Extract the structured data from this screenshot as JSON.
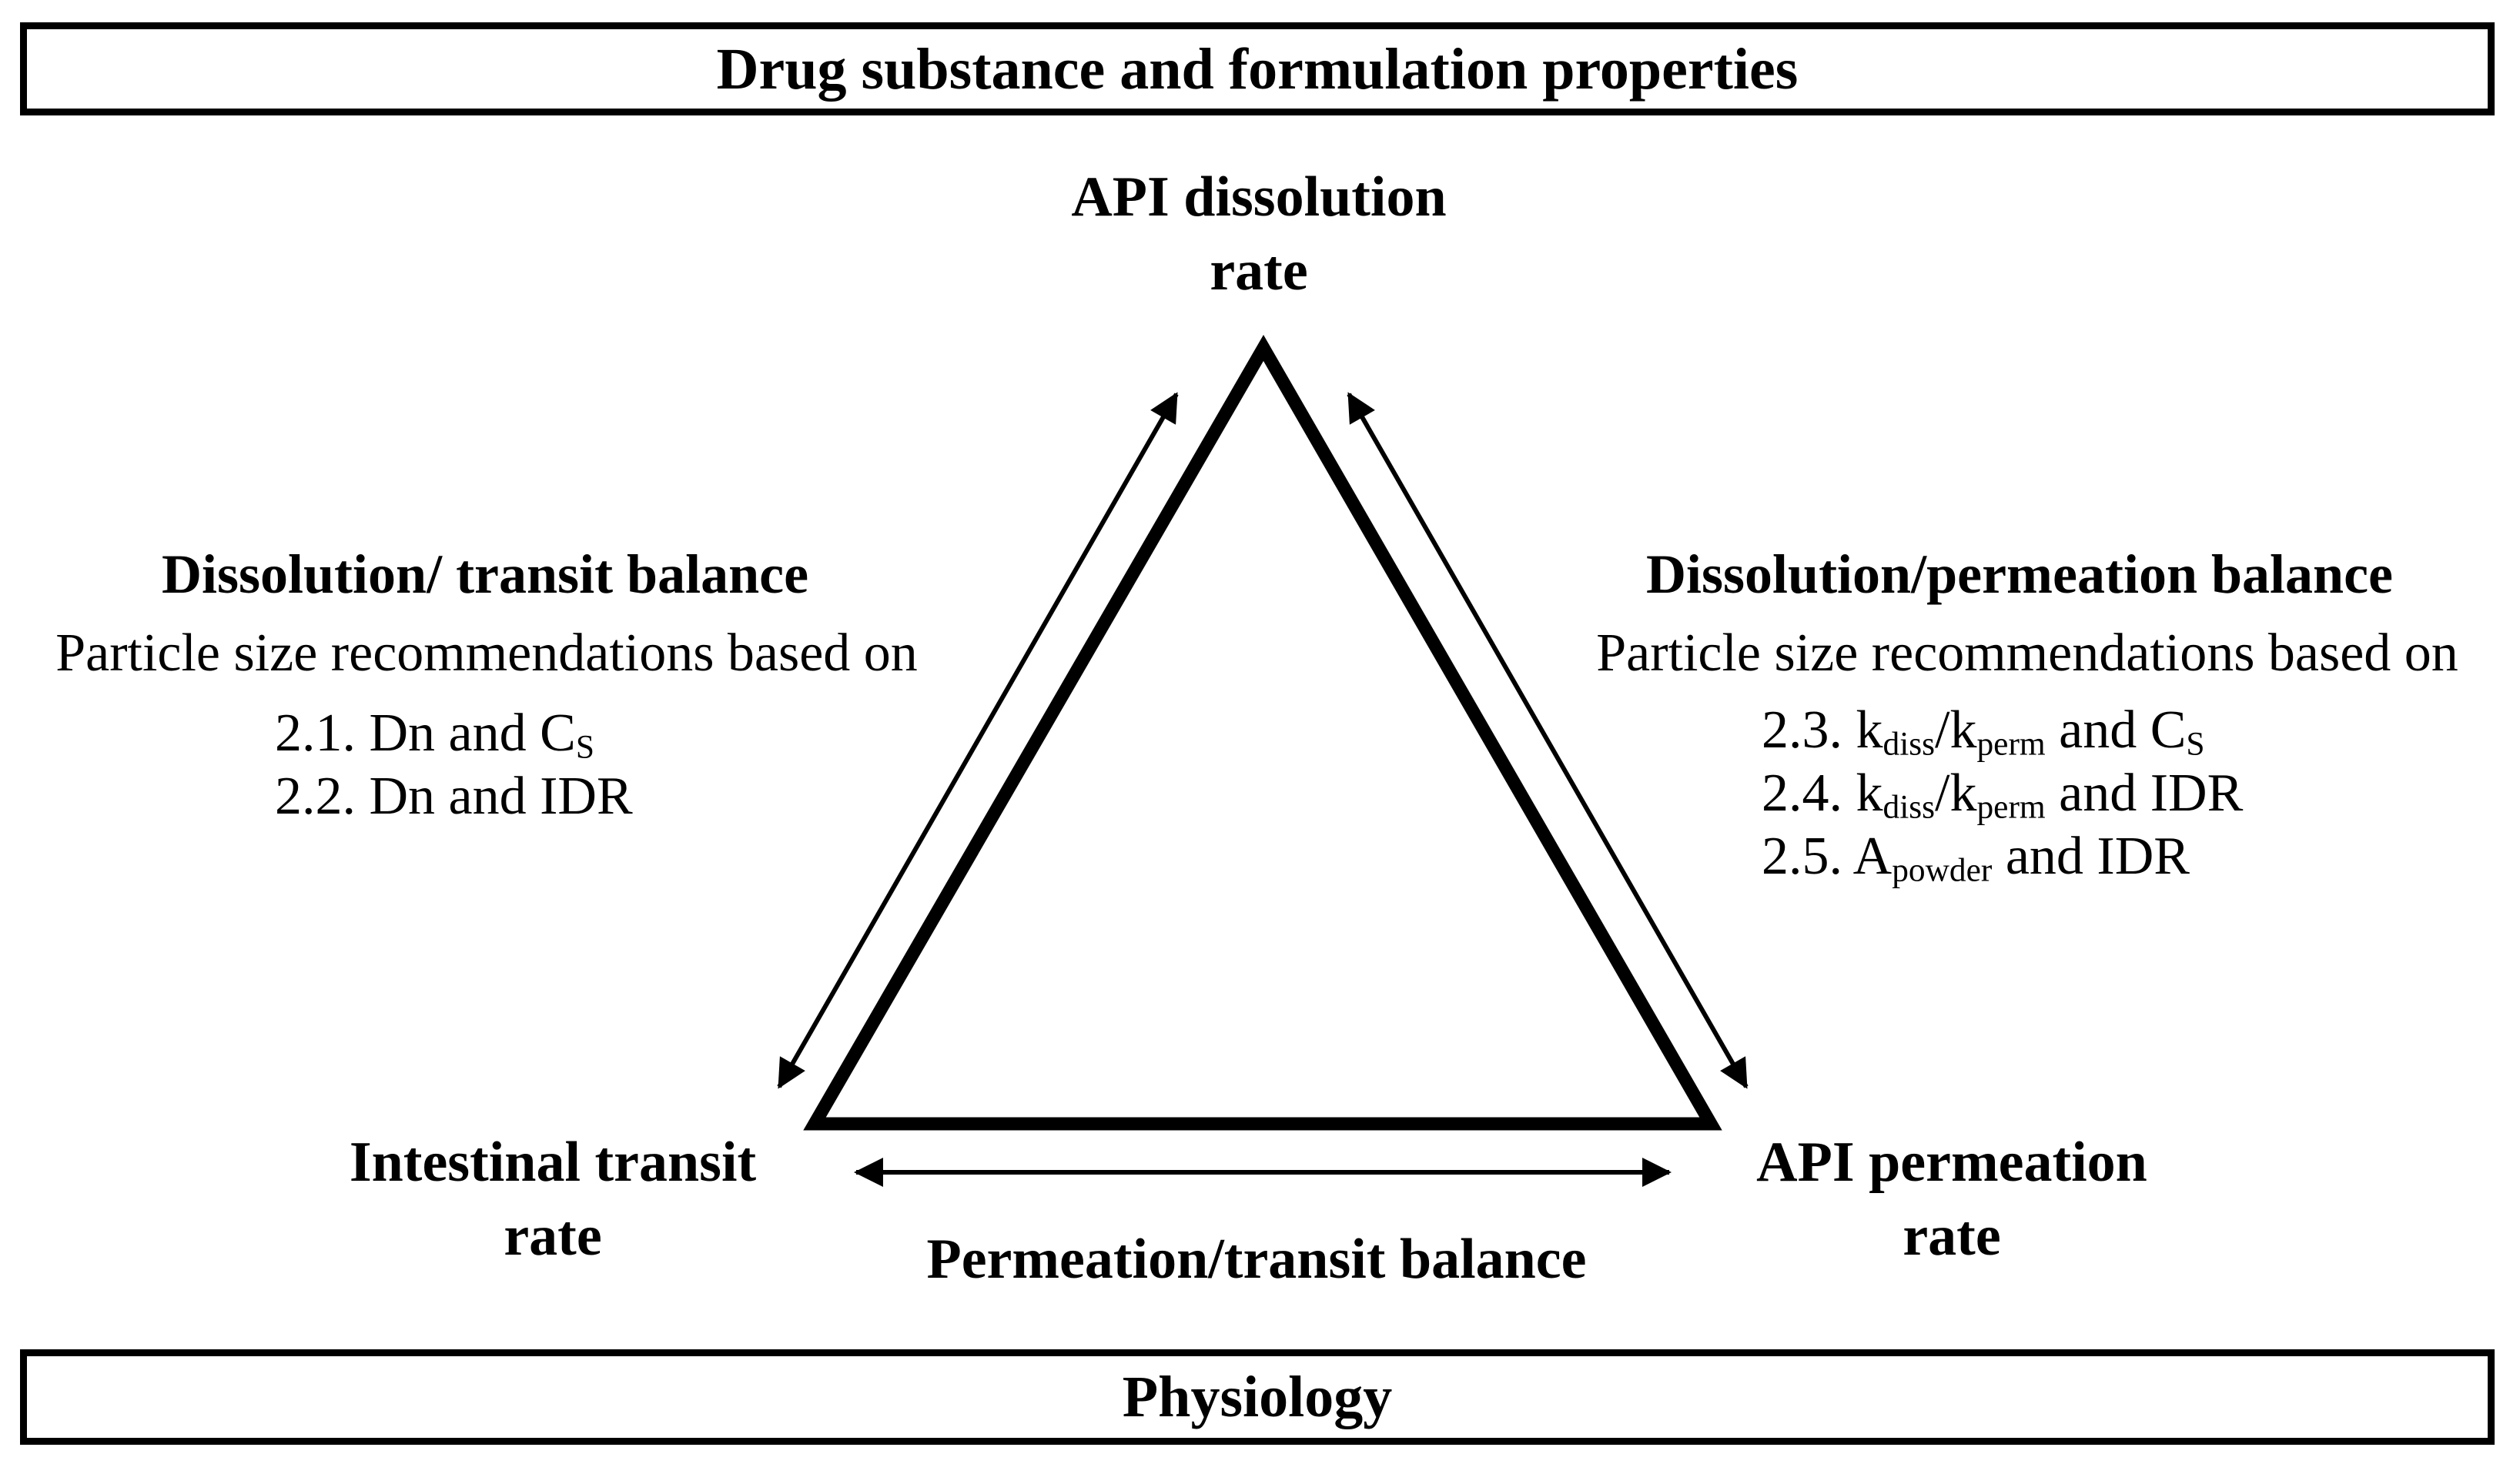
{
  "banners": {
    "top": "Drug substance and formulation properties",
    "bottom": "Physiology"
  },
  "triangle": {
    "vertices": {
      "top": "API dissolution\nrate",
      "bottom_left": "Intestinal transit\nrate",
      "bottom_right": "API permeation\nrate"
    },
    "edge_labels": {
      "bottom": "Permeation/transit balance"
    }
  },
  "left_panel": {
    "title": "Dissolution/ transit balance",
    "subtitle": "Particle size recommendations based on",
    "items": [
      {
        "segments": [
          {
            "t": "2.1. Dn and C"
          },
          {
            "t": "S",
            "sub": true
          }
        ]
      },
      {
        "segments": [
          {
            "t": "2.2. Dn and IDR"
          }
        ]
      }
    ]
  },
  "right_panel": {
    "title": "Dissolution/permeation balance",
    "subtitle": "Particle size recommendations based on",
    "items": [
      {
        "segments": [
          {
            "t": "2.3. k"
          },
          {
            "t": "diss",
            "sub": true
          },
          {
            "t": "/k"
          },
          {
            "t": "perm",
            "sub": true
          },
          {
            "t": " and C"
          },
          {
            "t": "S",
            "sub": true
          }
        ]
      },
      {
        "segments": [
          {
            "t": "2.4. k"
          },
          {
            "t": "diss",
            "sub": true
          },
          {
            "t": "/k"
          },
          {
            "t": "perm",
            "sub": true
          },
          {
            "t": " and IDR"
          }
        ]
      },
      {
        "segments": [
          {
            "t": "2.5. A"
          },
          {
            "t": "powder",
            "sub": true
          },
          {
            "t": " and IDR"
          }
        ]
      }
    ]
  },
  "colors": {
    "ink": "#000000",
    "background": "#ffffff"
  }
}
